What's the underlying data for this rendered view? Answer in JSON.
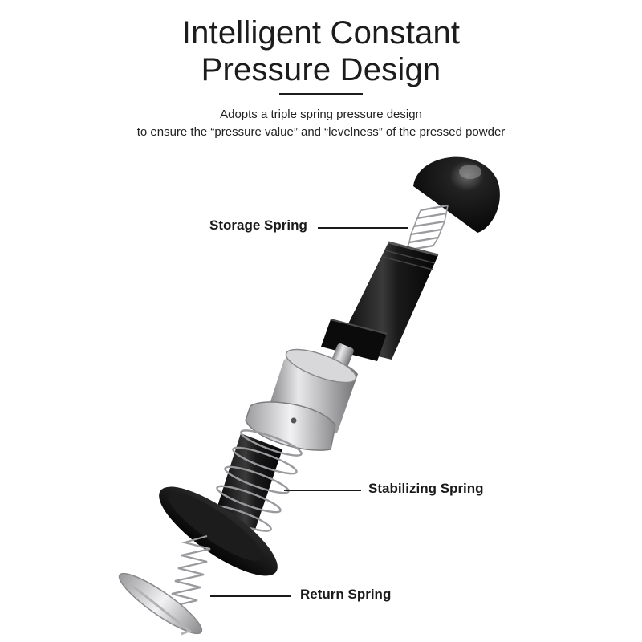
{
  "title": {
    "line1": "Intelligent Constant",
    "line2": "Pressure Design"
  },
  "subtitle": {
    "line1": "Adopts a triple spring pressure design",
    "line2": "to ensure the “pressure value” and “levelness” of the pressed powder"
  },
  "labels": {
    "storage": "Storage Spring",
    "stabilizing": "Stabilizing Spring",
    "return": "Return Spring"
  },
  "colors": {
    "text": "#1a1a1a",
    "black_part": "#111111",
    "metal": "#c9c9cc",
    "spring": "#9a9a9e"
  }
}
